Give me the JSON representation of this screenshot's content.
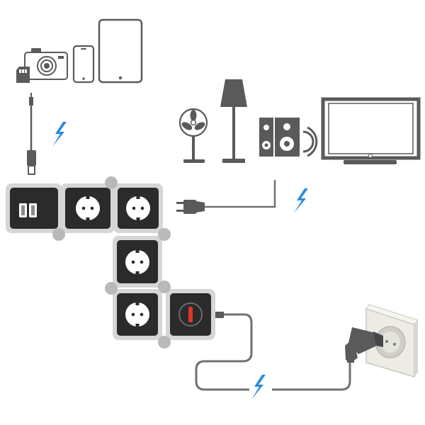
{
  "diagram": {
    "devices": {
      "usb_group": [
        "camera-icon",
        "sd-card-icon",
        "smartphone-icon",
        "tablet-icon"
      ],
      "outlet_group": [
        "fan-icon",
        "floor-lamp-icon",
        "speaker-icon",
        "tv-icon"
      ]
    },
    "modules": [
      {
        "name": "usb-charger-module",
        "kind": "usb",
        "ports": 2
      },
      {
        "name": "socket-module",
        "kind": "socket"
      },
      {
        "name": "socket-module",
        "kind": "socket"
      },
      {
        "name": "socket-module",
        "kind": "socket"
      },
      {
        "name": "socket-module",
        "kind": "socket"
      },
      {
        "name": "switch-module",
        "kind": "switch"
      }
    ],
    "connections": [
      {
        "name": "usb-cable",
        "power_icon": "lightning-icon"
      },
      {
        "name": "appliance-power-cable",
        "power_icon": "lightning-icon"
      },
      {
        "name": "mains-cable",
        "power_icon": "lightning-icon"
      }
    ],
    "colors": {
      "module_fill": "#2b2b2b",
      "module_frame": "#d6d6d6",
      "connector_dot": "#b9b9b9",
      "cable": "#707070",
      "device_stroke": "#5a5a5a",
      "lightning": "#2a8be0",
      "switch_indicator": "#e0352b",
      "wall_plate": "#ecebe4"
    }
  }
}
